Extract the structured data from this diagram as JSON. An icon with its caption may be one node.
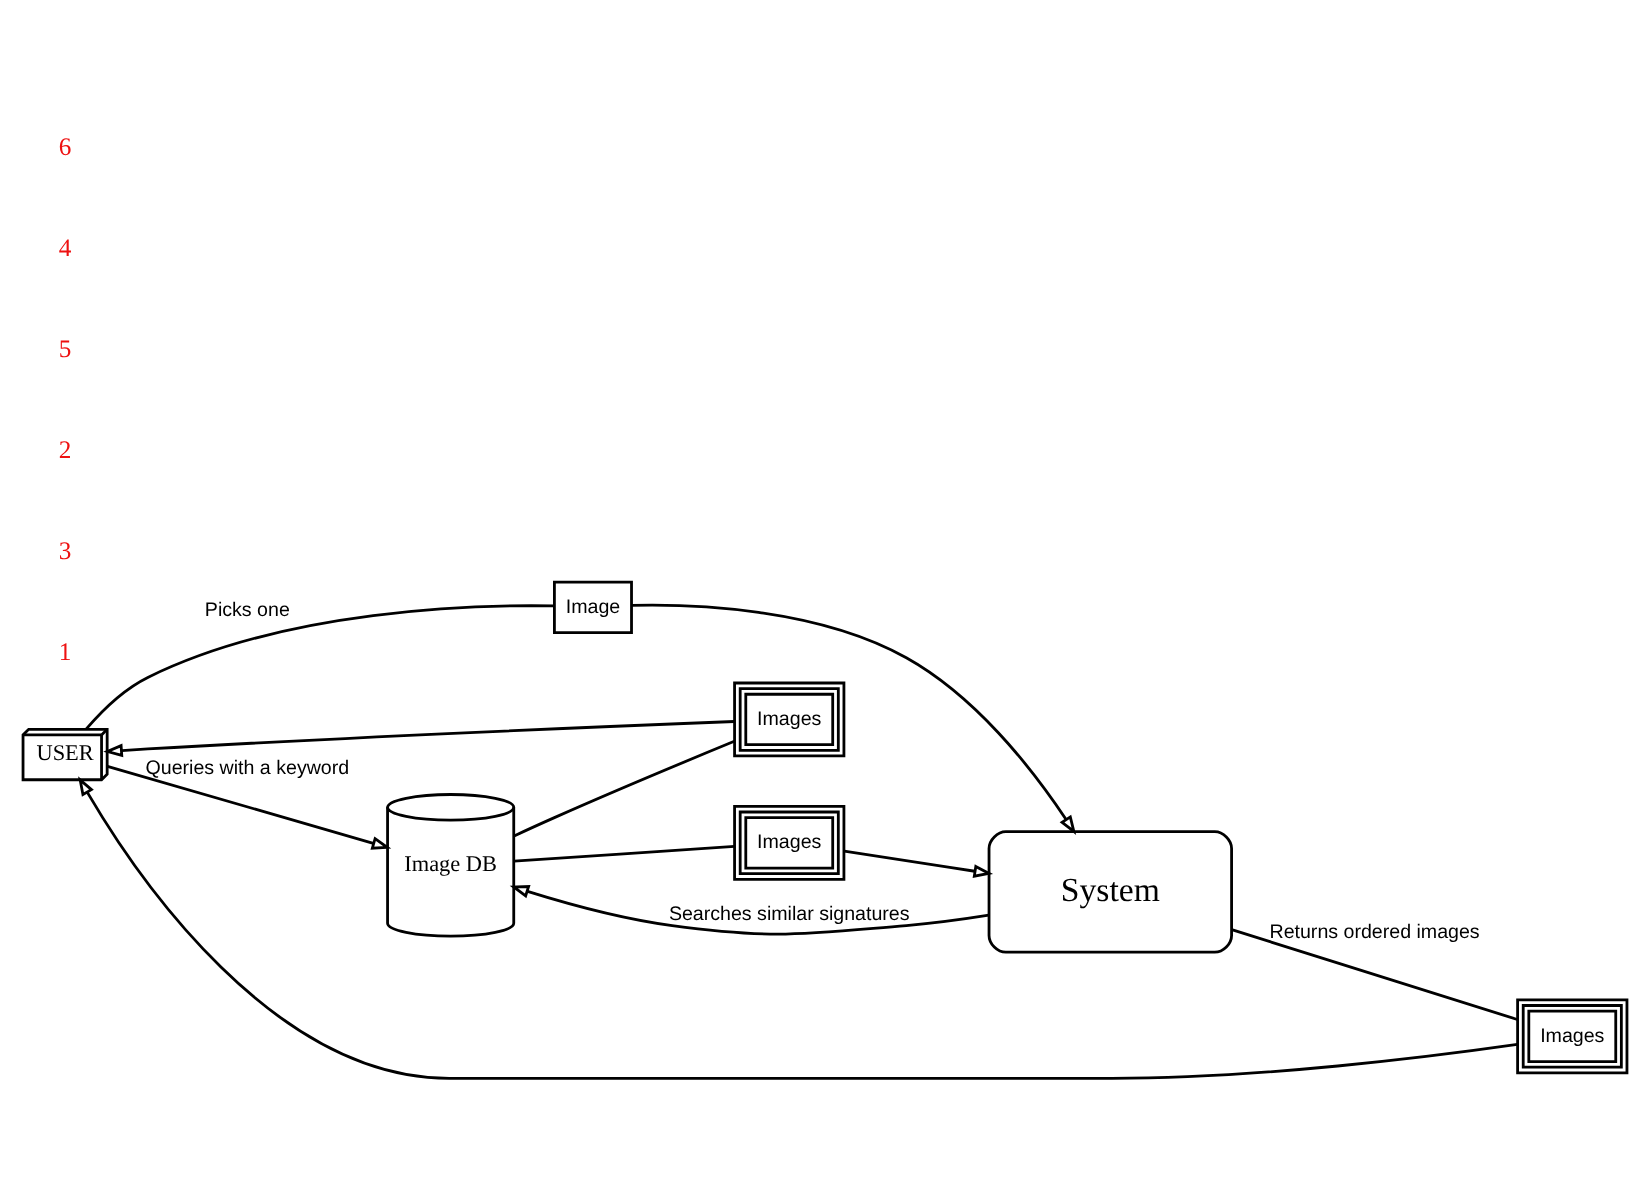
{
  "diagram": {
    "nodes": [
      {
        "text": [
          "USER"
        ]
      },
      {
        "text": [
          "Image DB"
        ]
      },
      {
        "text": [
          "Images"
        ]
      },
      {
        "text": [
          "Image"
        ]
      },
      {
        "text": [
          "System"
        ]
      },
      {
        "text": [
          "Images"
        ]
      },
      {
        "text": [
          "Images"
        ]
      }
    ],
    "edges": [
      {
        "from": 0,
        "to": 1,
        "arrow": "to",
        "label": "Queries with a keyword"
      },
      {
        "from": 1,
        "to": 2,
        "arrow": "none"
      },
      {
        "from": 2,
        "to": 0,
        "arrow": "to"
      },
      {
        "from": 0,
        "to": 3,
        "arrow": "none",
        "label": "Picks one"
      },
      {
        "from": 3,
        "to": 4,
        "arrow": "to"
      },
      {
        "from": 4,
        "to": 1,
        "arrow": "to",
        "label": "Searches similar signatures"
      },
      {
        "from": 1,
        "to": 5,
        "arrow": "none"
      },
      {
        "from": 5,
        "to": 4,
        "arrow": "to"
      },
      {
        "from": 4,
        "to": 6,
        "arrow": "none",
        "label": "Returns ordered images"
      },
      {
        "from": 6,
        "to": 0,
        "arrow": "to"
      }
    ],
    "labels": [
      "1",
      "3",
      "2",
      "5",
      "4",
      "6"
    ]
  }
}
